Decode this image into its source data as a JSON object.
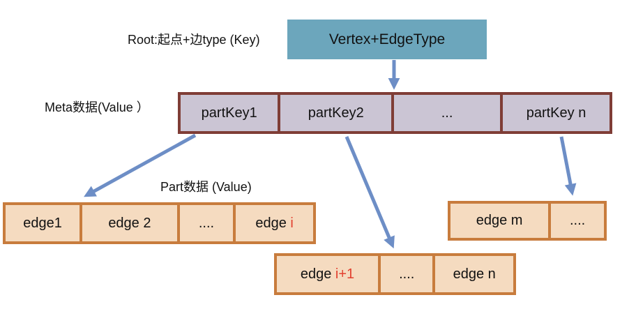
{
  "labels": {
    "root_key": "Root:起点+边type (Key)",
    "meta_value": "Meta数据(Value ）",
    "part_value": "Part数据 (Value)"
  },
  "root_box": {
    "label": "Vertex+EdgeType"
  },
  "meta_row": {
    "cells": [
      {
        "label": "partKey1"
      },
      {
        "label": "partKey2"
      },
      {
        "label": "..."
      },
      {
        "label": "partKey n"
      }
    ]
  },
  "part_rows": {
    "left": {
      "cells": [
        {
          "text": "edge1",
          "highlight": ""
        },
        {
          "text": "edge 2",
          "highlight": ""
        },
        {
          "text": "....",
          "highlight": ""
        },
        {
          "text": "edge ",
          "highlight": "i"
        }
      ]
    },
    "middle": {
      "cells": [
        {
          "text": "edge ",
          "highlight": "i+1"
        },
        {
          "text": "....",
          "highlight": ""
        },
        {
          "text": "edge n",
          "highlight": ""
        }
      ]
    },
    "right": {
      "cells": [
        {
          "text": "edge m",
          "highlight": ""
        },
        {
          "text": "....",
          "highlight": ""
        }
      ]
    }
  },
  "colors": {
    "root_box_fill": "#6CA6BC",
    "meta_fill": "#CBC5D4",
    "meta_border": "#7F3D36",
    "edge_fill": "#F5DBC0",
    "edge_border": "#C87C3D",
    "arrow": "#6D8EC6",
    "highlight": "#E2402F"
  }
}
